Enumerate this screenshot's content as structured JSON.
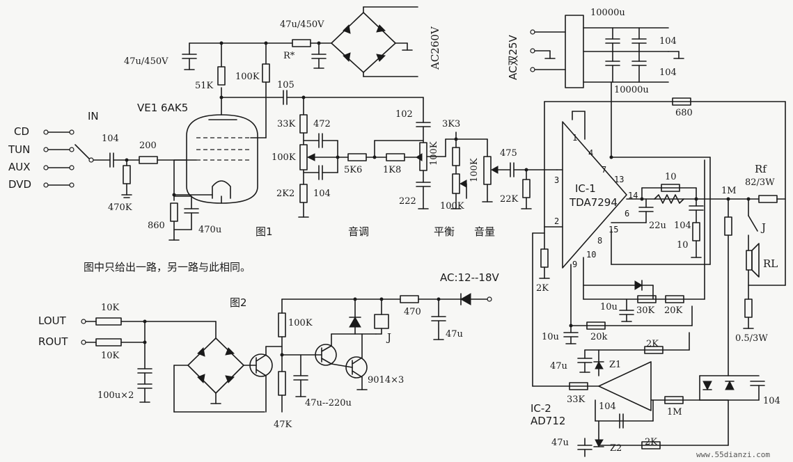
{
  "input": {
    "label": "IN",
    "sources": [
      "CD",
      "TUN",
      "AUX",
      "DVD"
    ]
  },
  "tube": {
    "name": "VE1 6AK5",
    "components": [
      "104",
      "200",
      "470K",
      "860",
      "470u",
      "51K",
      "100K",
      "47u/450V",
      "47u/450V",
      "R*",
      "AC260V",
      "105"
    ]
  },
  "tone": {
    "components": [
      "33K",
      "472",
      "100K",
      "5K6",
      "104",
      "2K2",
      "1K8",
      "102",
      "222",
      "100K",
      "3K3",
      "100K",
      "100K",
      "475",
      "22K"
    ]
  },
  "amp": {
    "ic1": [
      "IC-1",
      "TDA7294"
    ],
    "pins": [
      "1",
      "2",
      "3",
      "4",
      "6",
      "7",
      "8",
      "9",
      "10",
      "13",
      "14",
      "15"
    ],
    "components": [
      "10000u",
      "10000u",
      "104",
      "104",
      "680",
      "10",
      "22u",
      "104",
      "10",
      "2K",
      "1M",
      "Rf",
      "82/3W",
      "J",
      "RL",
      "0.5/3W",
      "10u",
      "30K",
      "20K",
      "10u",
      "20k",
      "2K",
      "47u",
      "Z1",
      "33K",
      "104",
      "1M",
      "104",
      "2K",
      "47u",
      "Z2"
    ],
    "ic2": [
      "IC-2",
      "AD712"
    ],
    "supply_label": "AC双25V"
  },
  "protect": {
    "inputs": [
      "LOUT",
      "ROUT"
    ],
    "components": [
      "10K",
      "10K",
      "100u×2",
      "100K",
      "47K",
      "47u--220u",
      "9014×3",
      "470",
      "47u",
      "J"
    ],
    "supply": "AC:12--18V"
  },
  "captions": {
    "fig1": "图1",
    "fig2": "图2",
    "tone": "音调",
    "balance": "平衡",
    "volume": "音量",
    "note": "图中只给出一路，另一路与此相同。"
  },
  "watermark": "www.55dianzi.com"
}
